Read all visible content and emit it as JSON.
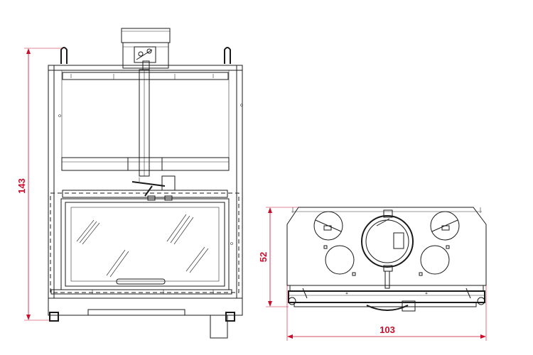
{
  "colors": {
    "dimension": "#c8102e",
    "linework": "#1a1a1a"
  },
  "front_view": {
    "height_label": "143"
  },
  "top_view": {
    "depth_label": "52",
    "width_label": "103"
  }
}
